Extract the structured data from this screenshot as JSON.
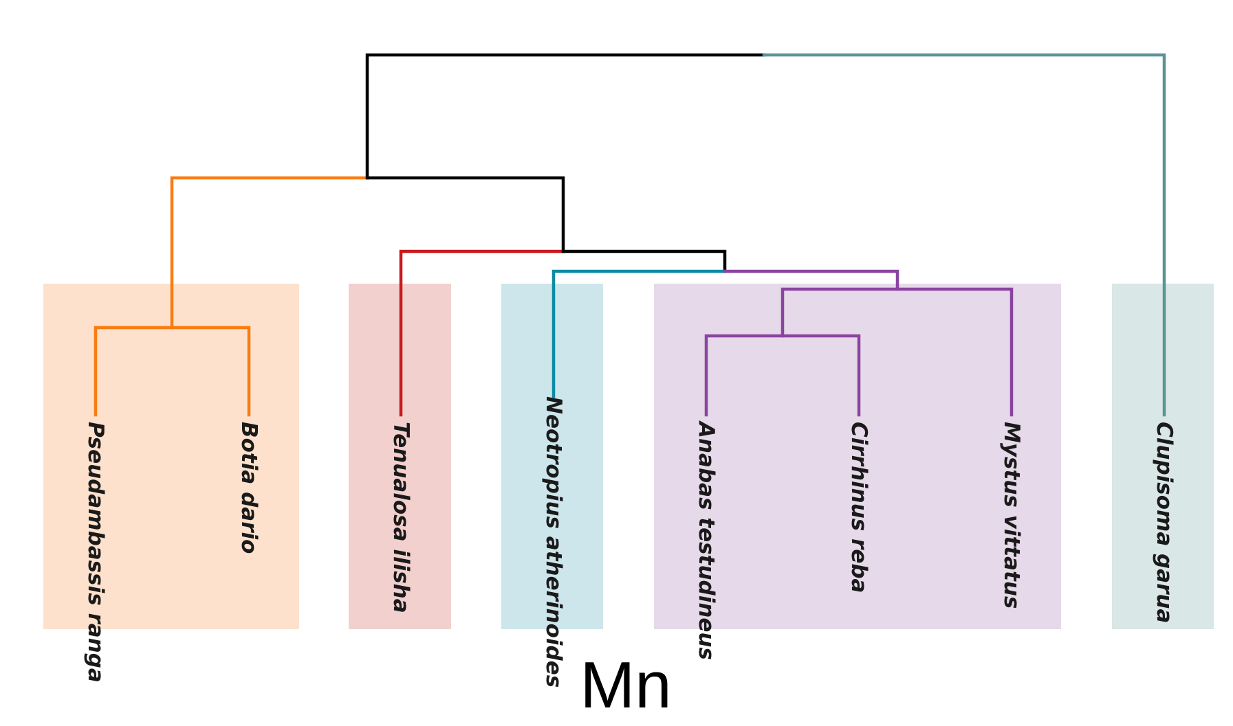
{
  "title": "Mn",
  "clusters": [
    {
      "id": "c1",
      "color": "#f97c12",
      "fill": "#fde1cc",
      "leaves": [
        "Pseudambassis ranga",
        "Botia dario"
      ]
    },
    {
      "id": "c2",
      "color": "#c9191c",
      "fill": "#f2d0cd",
      "leaves": [
        "Tenualosa ilisha"
      ]
    },
    {
      "id": "c3",
      "color": "#0e8ba3",
      "fill": "#cde6ec",
      "leaves": [
        "Neotropius atherinoides"
      ]
    },
    {
      "id": "c4",
      "color": "#8a44a0",
      "fill": "#e6d9e9",
      "leaves": [
        "Anabas testudineus",
        "Cirrhinus reba",
        "Mystus vittatus"
      ]
    },
    {
      "id": "c5",
      "color": "#5a9494",
      "fill": "#d9e7e6",
      "leaves": [
        "Clupisoma garua"
      ]
    }
  ],
  "link_color": "#000000",
  "newick": "((((Pseudambassis ranga,Botia dario),((Tenualosa ilisha,(Neotropius atherinoides,((Anabas testudineus,Cirrhinus reba),Mystus vittatus)))))),Clupisoma garua)"
}
